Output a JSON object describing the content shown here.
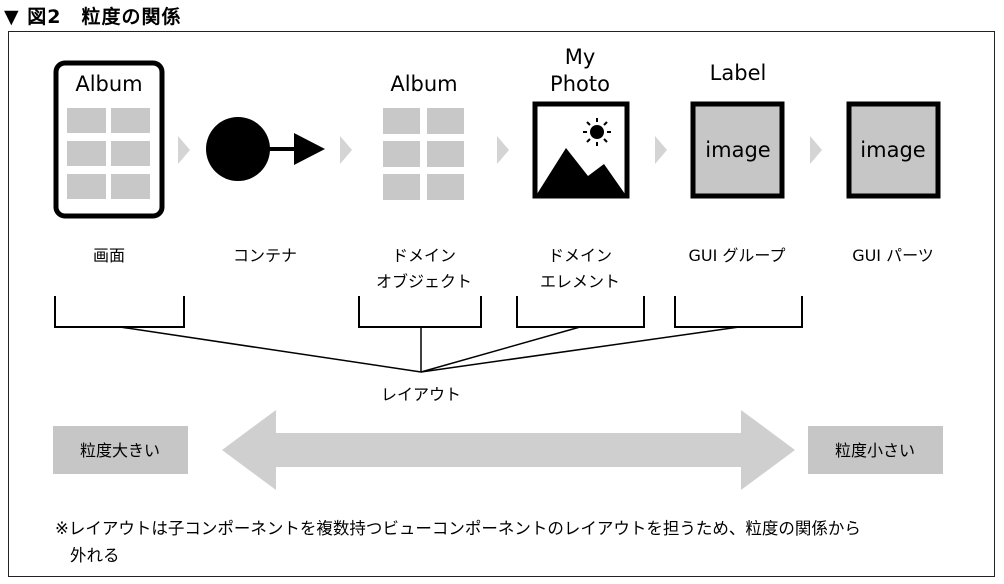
{
  "figure_title": "▼ 図2　粒度の関係",
  "icons": {
    "screen_title": "Album",
    "object_title": "Album",
    "element_title_line1": "My",
    "element_title_line2": "Photo",
    "group_title": "Label",
    "group_image": "image",
    "parts_image": "image"
  },
  "levels": [
    {
      "line1": "画面",
      "line2": ""
    },
    {
      "line1": "コンテナ",
      "line2": ""
    },
    {
      "line1": "ドメイン",
      "line2": "オブジェクト"
    },
    {
      "line1": "ドメイン",
      "line2": "エレメント"
    },
    {
      "line1": "GUI グループ",
      "line2": ""
    },
    {
      "line1": "GUI パーツ",
      "line2": ""
    }
  ],
  "layout_label": "レイアウト",
  "scale": {
    "left": "粒度大きい",
    "right": "粒度小さい"
  },
  "note": {
    "line1": "※レイアウトは子コンポーネントを複数持つビューコンポーネントのレイアウトを担うため、粒度の関係から",
    "line2": "外れる"
  },
  "colors": {
    "gray_fill": "#c8c8c8",
    "arrow_gray": "#cfcfcf",
    "box_gray": "#c6c6c6",
    "ink": "#000000"
  }
}
